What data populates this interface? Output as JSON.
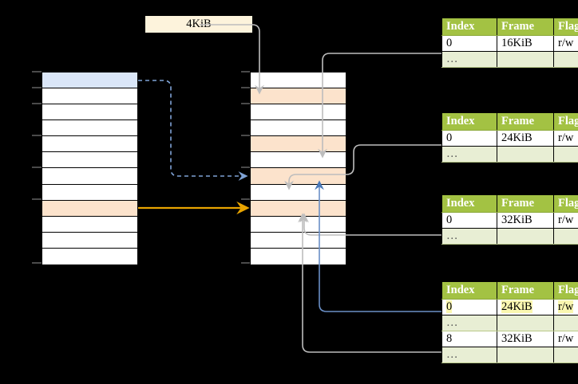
{
  "diagram": {
    "title_label": "4KiB",
    "colors": {
      "header_green": "#a3c243",
      "alt_row": "#e8eed4",
      "highlight_yellow": "#faf7b0",
      "peach": "#fce3cc",
      "blue_row": "#dae6f8",
      "cream_label": "#fdf3dc",
      "orange_arrow": "#e8a400",
      "blue_arrow": "#4a78b8",
      "grey_arrow": "#bdbdbd"
    },
    "virtual_column": {
      "name": "virtual-address-space",
      "rows": [
        {
          "fill": "blue"
        },
        {
          "fill": "white"
        },
        {
          "fill": "white"
        },
        {
          "fill": "white"
        },
        {
          "fill": "white"
        },
        {
          "fill": "white"
        },
        {
          "fill": "white"
        },
        {
          "fill": "white"
        },
        {
          "fill": "peach"
        },
        {
          "fill": "white"
        },
        {
          "fill": "white"
        },
        {
          "fill": "white"
        }
      ]
    },
    "physical_column": {
      "name": "physical-memory",
      "rows": [
        {
          "fill": "white"
        },
        {
          "fill": "peach"
        },
        {
          "fill": "white"
        },
        {
          "fill": "white"
        },
        {
          "fill": "peach"
        },
        {
          "fill": "white"
        },
        {
          "fill": "peach"
        },
        {
          "fill": "white"
        },
        {
          "fill": "peach"
        },
        {
          "fill": "white"
        },
        {
          "fill": "white"
        },
        {
          "fill": "white"
        }
      ]
    },
    "tables": [
      {
        "name": "page-table-1",
        "headers": [
          "Index",
          "Frame",
          "Flags"
        ],
        "rows": [
          {
            "cells": [
              "0",
              "16KiB",
              "r/w"
            ],
            "alt": false,
            "highlight": false
          },
          {
            "cells": [
              "…",
              "",
              ""
            ],
            "alt": true,
            "highlight": false
          }
        ]
      },
      {
        "name": "page-table-2",
        "headers": [
          "Index",
          "Frame",
          "Flags"
        ],
        "rows": [
          {
            "cells": [
              "0",
              "24KiB",
              "r/w"
            ],
            "alt": false,
            "highlight": false
          },
          {
            "cells": [
              "…",
              "",
              ""
            ],
            "alt": true,
            "highlight": false
          }
        ]
      },
      {
        "name": "page-table-3",
        "headers": [
          "Index",
          "Frame",
          "Flags"
        ],
        "rows": [
          {
            "cells": [
              "0",
              "32KiB",
              "r/w"
            ],
            "alt": false,
            "highlight": false
          },
          {
            "cells": [
              "…",
              "",
              ""
            ],
            "alt": true,
            "highlight": false
          }
        ]
      },
      {
        "name": "page-table-4",
        "headers": [
          "Index",
          "Frame",
          "Flags"
        ],
        "rows": [
          {
            "cells": [
              "0",
              "24KiB",
              "r/w"
            ],
            "alt": false,
            "highlight": true
          },
          {
            "cells": [
              "…",
              "",
              ""
            ],
            "alt": true,
            "highlight": false
          },
          {
            "cells": [
              "8",
              "32KiB",
              "r/w"
            ],
            "alt": false,
            "highlight": false
          },
          {
            "cells": [
              "…",
              "",
              ""
            ],
            "alt": true,
            "highlight": false
          }
        ]
      }
    ]
  }
}
